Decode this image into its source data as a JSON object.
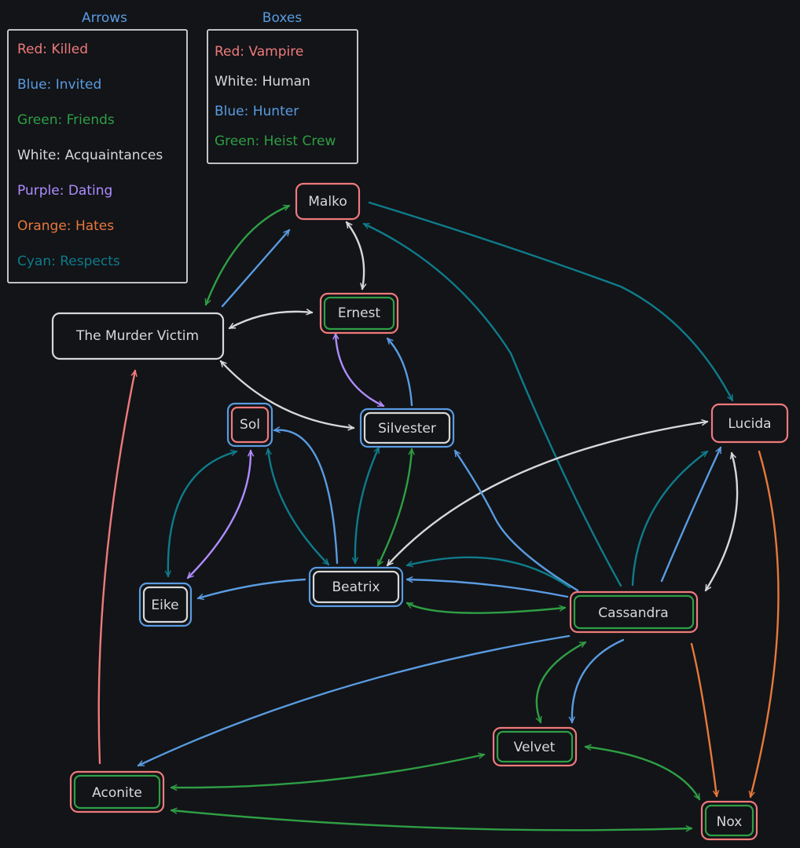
{
  "colors": {
    "background": "#121418",
    "red": "#ef7a7a",
    "blue": "#5a9be0",
    "green": "#2f9e44",
    "white": "#d8d8d8",
    "purple": "#b08cff",
    "orange": "#e8783a",
    "cyan": "#0f7b8a"
  },
  "legends": {
    "arrows": {
      "title": "Arrows",
      "items": [
        {
          "text": "Red: Killed",
          "color": "red"
        },
        {
          "text": "Blue: Invited",
          "color": "blue"
        },
        {
          "text": "Green: Friends",
          "color": "green"
        },
        {
          "text": "White: Acquaintances",
          "color": "white"
        },
        {
          "text": "Purple: Dating",
          "color": "purple"
        },
        {
          "text": "Orange: Hates",
          "color": "orange"
        },
        {
          "text": "Cyan: Respects",
          "color": "cyan"
        }
      ]
    },
    "boxes": {
      "title": "Boxes",
      "items": [
        {
          "text": "Red: Vampire",
          "color": "red"
        },
        {
          "text": "White: Human",
          "color": "white"
        },
        {
          "text": "Blue: Hunter",
          "color": "blue"
        },
        {
          "text": "Green: Heist Crew",
          "color": "green"
        }
      ]
    }
  },
  "nodes": [
    {
      "id": "malko",
      "label": "Malko",
      "outer": "red",
      "inner": null
    },
    {
      "id": "ernest",
      "label": "Ernest",
      "outer": "red",
      "inner": "green"
    },
    {
      "id": "victim",
      "label": "The Murder Victim",
      "outer": "white",
      "inner": null
    },
    {
      "id": "sol",
      "label": "Sol",
      "outer": "blue",
      "inner": "red"
    },
    {
      "id": "silvester",
      "label": "Silvester",
      "outer": "blue",
      "inner": "white"
    },
    {
      "id": "lucida",
      "label": "Lucida",
      "outer": "red",
      "inner": null
    },
    {
      "id": "eike",
      "label": "Eike",
      "outer": "blue",
      "inner": "white"
    },
    {
      "id": "beatrix",
      "label": "Beatrix",
      "outer": "blue",
      "inner": "white"
    },
    {
      "id": "cassandra",
      "label": "Cassandra",
      "outer": "red",
      "inner": "green"
    },
    {
      "id": "velvet",
      "label": "Velvet",
      "outer": "red",
      "inner": "green"
    },
    {
      "id": "aconite",
      "label": "Aconite",
      "outer": "red",
      "inner": "green"
    },
    {
      "id": "nox",
      "label": "Nox",
      "outer": "red",
      "inner": "green"
    }
  ],
  "edges": [
    {
      "from": "victim",
      "to": "malko",
      "color": "green",
      "both": true
    },
    {
      "from": "victim",
      "to": "malko",
      "color": "blue",
      "both": false
    },
    {
      "from": "malko",
      "to": "ernest",
      "color": "white",
      "both": true
    },
    {
      "from": "victim",
      "to": "ernest",
      "color": "white",
      "both": true
    },
    {
      "from": "victim",
      "to": "silvester",
      "color": "white",
      "both": true
    },
    {
      "from": "ernest",
      "to": "silvester",
      "color": "purple",
      "both": true
    },
    {
      "from": "silvester",
      "to": "ernest",
      "color": "blue",
      "both": false
    },
    {
      "from": "malko",
      "to": "lucida",
      "color": "cyan",
      "both": false
    },
    {
      "from": "cassandra",
      "to": "malko",
      "color": "cyan",
      "both": false
    },
    {
      "from": "aconite",
      "to": "victim",
      "color": "red",
      "both": false
    },
    {
      "from": "sol",
      "to": "eike",
      "color": "cyan",
      "both": true
    },
    {
      "from": "sol",
      "to": "eike",
      "color": "purple",
      "both": true
    },
    {
      "from": "beatrix",
      "to": "sol",
      "color": "blue",
      "both": false
    },
    {
      "from": "sol",
      "to": "beatrix",
      "color": "cyan",
      "both": true
    },
    {
      "from": "silvester",
      "to": "beatrix",
      "color": "cyan",
      "both": true
    },
    {
      "from": "silvester",
      "to": "beatrix",
      "color": "green",
      "both": true
    },
    {
      "from": "lucida",
      "to": "beatrix",
      "color": "white",
      "both": true
    },
    {
      "from": "cassandra",
      "to": "silvester",
      "color": "blue",
      "both": false
    },
    {
      "from": "beatrix",
      "to": "eike",
      "color": "blue",
      "both": false
    },
    {
      "from": "cassandra",
      "to": "beatrix",
      "color": "cyan",
      "both": false
    },
    {
      "from": "cassandra",
      "to": "beatrix",
      "color": "blue",
      "both": false
    },
    {
      "from": "beatrix",
      "to": "cassandra",
      "color": "green",
      "both": true
    },
    {
      "from": "cassandra",
      "to": "lucida",
      "color": "cyan",
      "both": false
    },
    {
      "from": "cassandra",
      "to": "lucida",
      "color": "blue",
      "both": false
    },
    {
      "from": "lucida",
      "to": "cassandra",
      "color": "white",
      "both": true
    },
    {
      "from": "lucida",
      "to": "nox",
      "color": "orange",
      "both": false
    },
    {
      "from": "cassandra",
      "to": "nox",
      "color": "orange",
      "both": false
    },
    {
      "from": "cassandra",
      "to": "aconite",
      "color": "blue",
      "both": false
    },
    {
      "from": "cassandra",
      "to": "velvet",
      "color": "green",
      "both": true
    },
    {
      "from": "cassandra",
      "to": "velvet",
      "color": "blue",
      "both": false
    },
    {
      "from": "aconite",
      "to": "velvet",
      "color": "green",
      "both": true
    },
    {
      "from": "velvet",
      "to": "nox",
      "color": "green",
      "both": true
    },
    {
      "from": "aconite",
      "to": "nox",
      "color": "green",
      "both": true
    }
  ]
}
